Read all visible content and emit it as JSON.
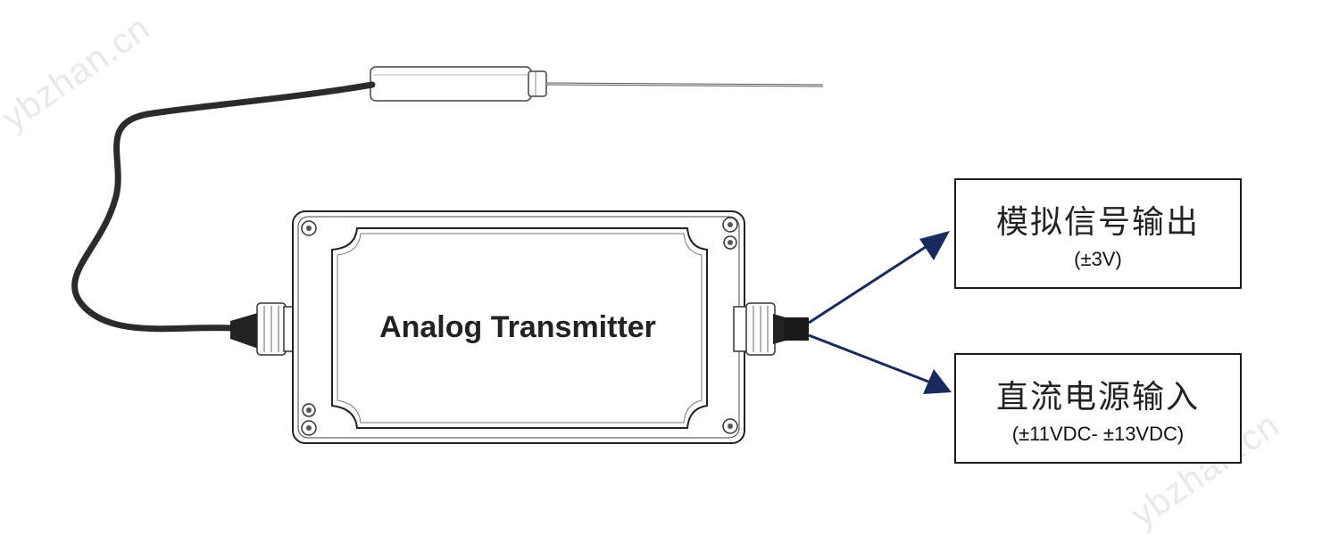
{
  "watermark": "ybzhan.cn",
  "device": {
    "label": "Analog Transmitter"
  },
  "outputs": [
    {
      "title": "模拟信号输出",
      "subtitle": "(±3V)"
    },
    {
      "title": "直流电源输入",
      "subtitle": "(±11VDC- ±13VDC)"
    }
  ],
  "colors": {
    "arrow": "#1b2a5e",
    "outline": "#1a1a1a",
    "cable": "#2b2b2b"
  }
}
